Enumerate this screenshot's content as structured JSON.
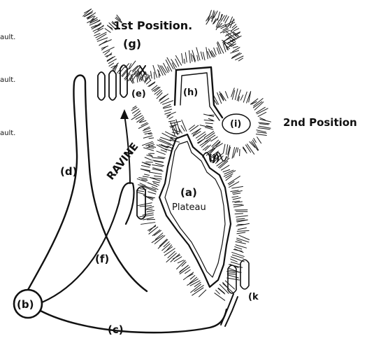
{
  "labels": {
    "first_position": "1st Position.",
    "g": "(g)",
    "e": "(e)",
    "h": "(h)",
    "i": "(i)",
    "second_position": "2nd Position",
    "j": "(j)",
    "ravine": "RAVINE",
    "a": "(a)",
    "plateau": "Plateau",
    "d": "(d)",
    "f": "(f)",
    "b": "(b)",
    "c": "(c)",
    "k": "(k",
    "margin_1": "ault.",
    "margin_2": "ault.",
    "margin_3": "ault."
  }
}
